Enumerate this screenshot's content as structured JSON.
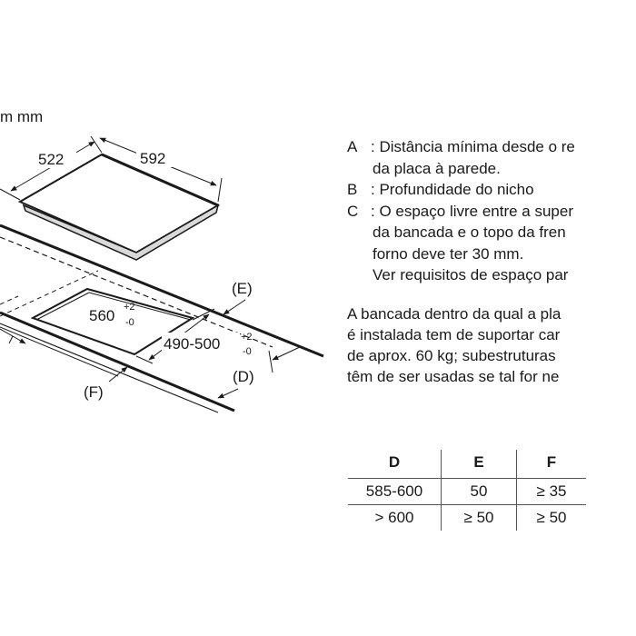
{
  "diagram": {
    "unit_label": "m mm",
    "dim_522": "522",
    "dim_592": "592",
    "dim_560": "560",
    "dim_560_sup_top": "+2",
    "dim_560_sup_bot": "-0",
    "dim_490": "490-500",
    "dim_490_sup_top": "+2",
    "dim_490_sup_bot": "-0",
    "label_E": "(E)",
    "label_D": "(D)",
    "label_F": "(F)"
  },
  "legend": {
    "items": [
      {
        "key": "A",
        "lines": [
          "Distância mínima desde o re",
          "da placa à parede."
        ]
      },
      {
        "key": "B",
        "lines": [
          "Profundidade do nicho"
        ]
      },
      {
        "key": "C",
        "lines": [
          "O espaço livre entre a super",
          "da bancada e o topo da fren",
          "forno deve ter 30 mm.",
          "Ver requisitos de espaço par"
        ]
      }
    ]
  },
  "note": {
    "lines": [
      "A bancada dentro da qual a pla",
      "é instalada tem de suportar car",
      "de aprox. 60 kg; subestruturas",
      "têm de ser usadas se tal for ne"
    ]
  },
  "table": {
    "headers": [
      "D",
      "E",
      "F"
    ],
    "rows": [
      [
        "585-600",
        "50",
        "≥ 35"
      ],
      [
        "> 600",
        "≥ 50",
        "≥ 50"
      ]
    ]
  }
}
